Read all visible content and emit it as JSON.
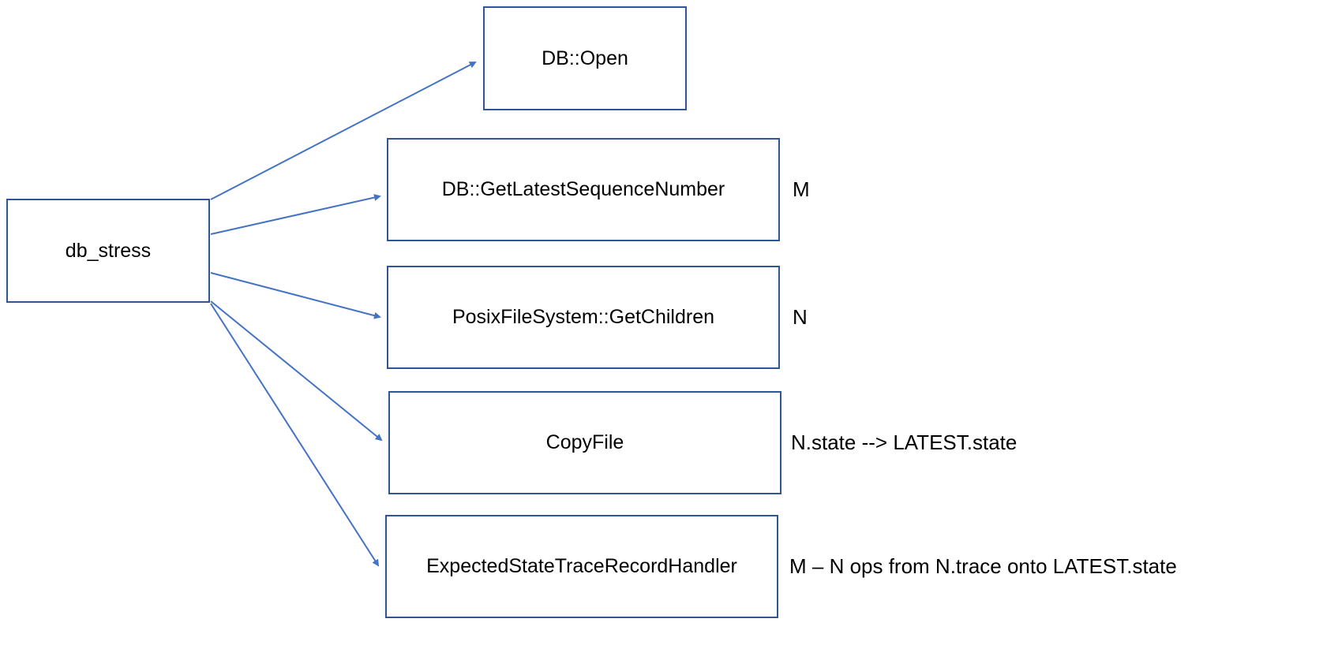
{
  "diagram": {
    "accent_color": "#4472c4",
    "border_color": "#2f5597",
    "source_node": {
      "label": "db_stress"
    },
    "nodes": [
      {
        "label": "DB::Open",
        "annotation": ""
      },
      {
        "label": "DB::GetLatestSequenceNumber",
        "annotation": "M"
      },
      {
        "label": "PosixFileSystem::GetChildren",
        "annotation": "N"
      },
      {
        "label": "CopyFile",
        "annotation": "N.state --> LATEST.state"
      },
      {
        "label": "ExpectedStateTraceRecordHandler",
        "annotation": "M – N ops from N.trace onto LATEST.state"
      }
    ]
  }
}
